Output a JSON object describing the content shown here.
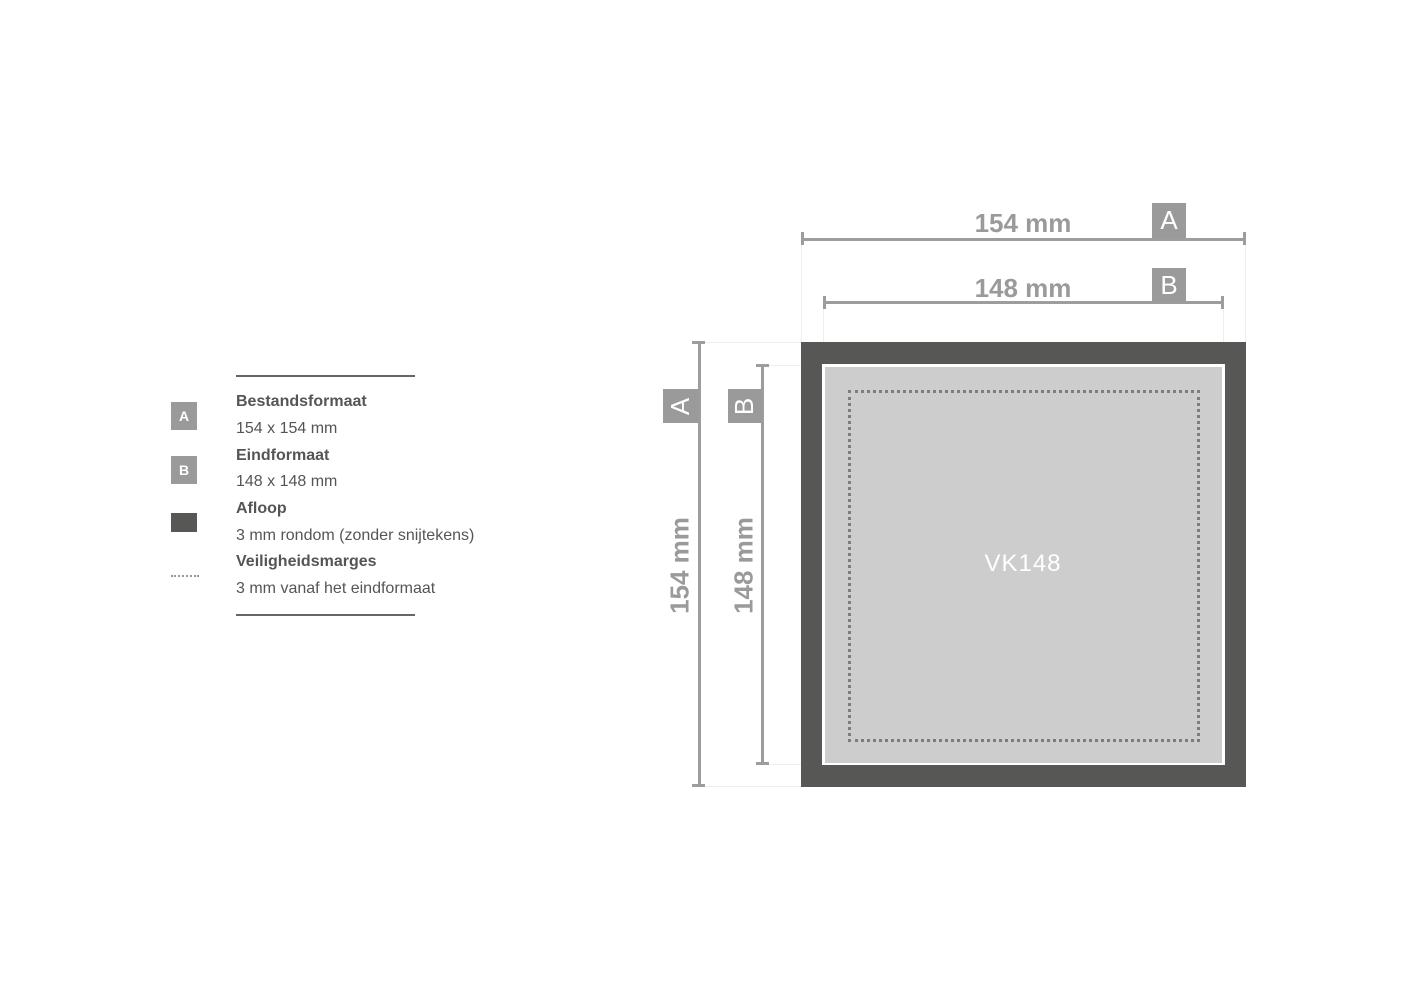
{
  "legend": {
    "items": [
      {
        "marker": "A",
        "title": "Bestandsformaat",
        "desc": "154 x 154 mm"
      },
      {
        "marker": "B",
        "title": "Eindformaat",
        "desc": "148 x 148 mm"
      },
      {
        "marker": "dark-swatch",
        "title": "Afloop",
        "desc": "3 mm rondom (zonder snijtekens)"
      },
      {
        "marker": "dotted-line",
        "title": "Veiligheidsmarges",
        "desc": "3 mm vanaf het eindformaat"
      }
    ]
  },
  "diagram": {
    "product": "VK148",
    "dim_a": {
      "label": "154 mm",
      "badge": "A"
    },
    "dim_b": {
      "label": "148 mm",
      "badge": "B"
    },
    "colors": {
      "bleed": "#575756",
      "trim": "#cdcdcd",
      "badge": "#9a9a9a"
    }
  }
}
